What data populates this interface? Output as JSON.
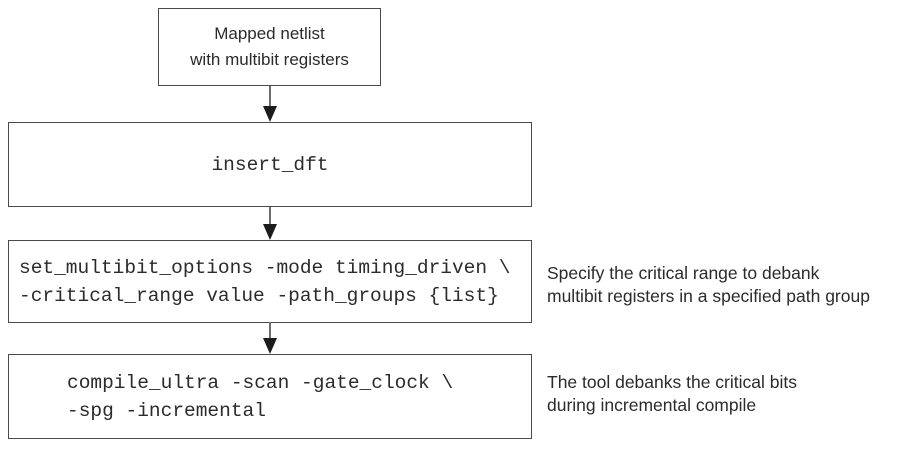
{
  "colors": {
    "background": "#ffffff",
    "box_border": "#4a4a4a",
    "text": "#2b2b2b",
    "arrow_stem": "#6e6e6e",
    "arrow_head": "#1c1c1c"
  },
  "flowchart": {
    "type": "vertical-flow",
    "nodes": [
      {
        "id": "mapped-netlist",
        "kind": "state",
        "lines": [
          "Mapped netlist",
          "with multibit registers"
        ]
      },
      {
        "id": "insert-dft",
        "kind": "command",
        "lines": [
          "insert_dft"
        ]
      },
      {
        "id": "set-multibit-options",
        "kind": "command",
        "lines": [
          "set_multibit_options -mode timing_driven \\",
          "-critical_range value -path_groups {list}"
        ],
        "annotation_lines": [
          "Specify the critical range to debank",
          "multibit registers in a specified path group"
        ]
      },
      {
        "id": "compile-ultra",
        "kind": "command",
        "lines": [
          "compile_ultra -scan -gate_clock \\",
          "-spg -incremental"
        ],
        "annotation_lines": [
          "The tool debanks the critical bits",
          "during incremental compile"
        ]
      }
    ]
  }
}
